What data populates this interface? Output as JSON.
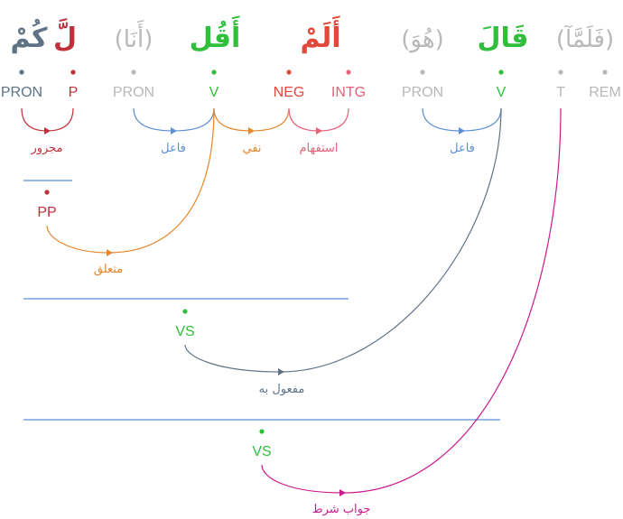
{
  "colors": {
    "green": "#2fbf3a",
    "red": "#e0483a",
    "darkred": "#c0303a",
    "gray": "#b8b8b8",
    "slate": "#5f7387",
    "blue": "#5b8fd6",
    "orange": "#e8862a",
    "magenta": "#cc1a8e",
    "pink": "#e8607a"
  },
  "words": [
    {
      "id": "w1",
      "text": "قَالَ",
      "color": "green"
    },
    {
      "id": "w2",
      "text": "(هُوَ)",
      "color": "gray"
    },
    {
      "id": "w3",
      "text": "أَلَمْ",
      "color": "red"
    },
    {
      "id": "w4",
      "text": "أَقُل",
      "color": "green"
    },
    {
      "id": "w5",
      "text": "(أَنَا)",
      "color": "gray"
    },
    {
      "id": "w6",
      "text": "لَّكُمْ",
      "color": "mixed"
    },
    {
      "id": "w0",
      "text": "(فَلَمَّآ)",
      "color": "gray"
    }
  ],
  "tags": {
    "pron1": "PRON",
    "p": "P",
    "pron2": "PRON",
    "v1": "V",
    "neg": "NEG",
    "intg": "INTG",
    "pron3": "PRON",
    "v2": "V",
    "t": "T",
    "rem": "REM",
    "pp": "PP",
    "vs1": "VS",
    "vs2": "VS"
  },
  "relations": {
    "majrur": "مجرور",
    "fail1": "فاعل",
    "nafy": "نفي",
    "istifham": "استفهام",
    "fail2": "فاعل",
    "mutaalliq": "متعلق",
    "mafool": "مفعول به",
    "jawab": "جواب شرط"
  }
}
